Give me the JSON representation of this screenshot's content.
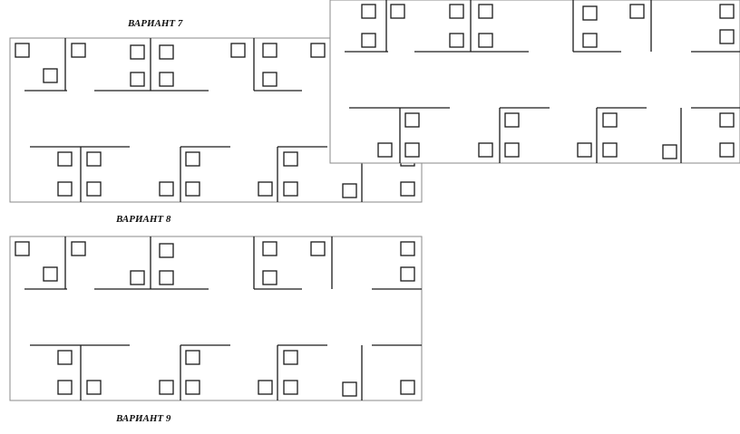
{
  "captions": {
    "variant7": "ВАРИАНТ 7",
    "variant8": "ВАРИАНТ 8",
    "variant9": "ВАРИАНТ 9"
  },
  "colors": {
    "line": "#1a1a1a",
    "frame": "#8a8a8a",
    "background": "#ffffff"
  }
}
